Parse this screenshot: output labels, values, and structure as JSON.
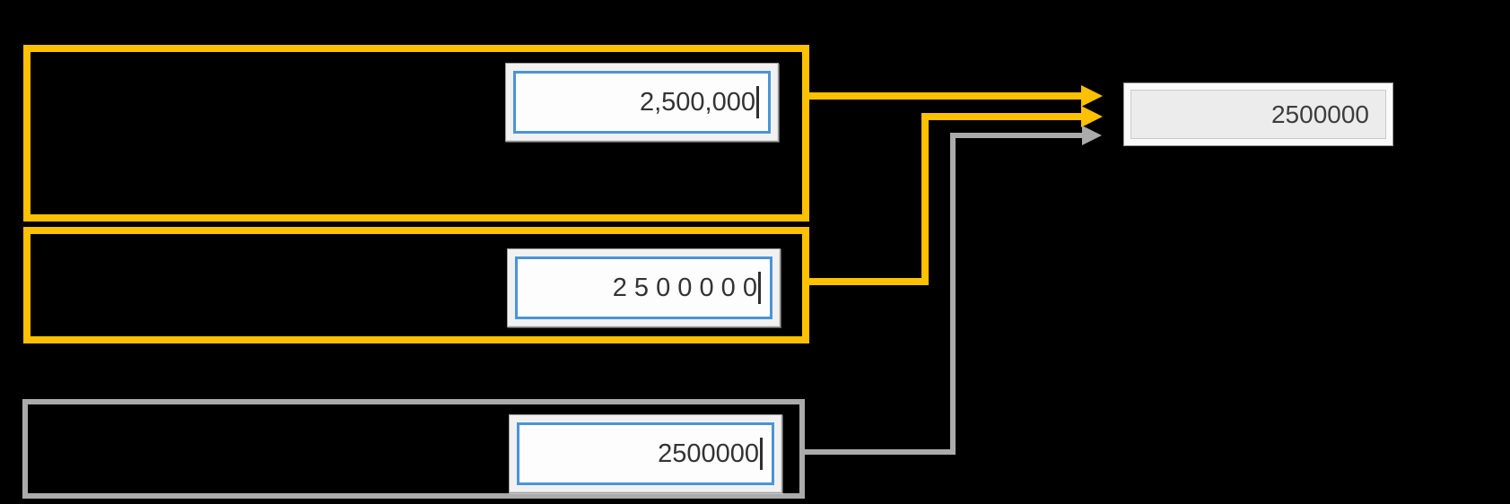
{
  "colors": {
    "background": "#000000",
    "highlight": "#ffc000",
    "neutral": "#ababab",
    "field_border": "#4a94d6",
    "field_text": "#333333",
    "result_text": "#3d3d3d"
  },
  "groups": [
    {
      "name": "source-comma-grouped",
      "border_color": "#ffc000",
      "input": {
        "value": "2,500,000",
        "focused": true
      }
    },
    {
      "name": "source-space-grouped",
      "border_color": "#ffc000",
      "input": {
        "value": "2 5 0 0 0 0 0",
        "focused": true
      }
    },
    {
      "name": "source-plain",
      "border_color": "#ababab",
      "input": {
        "value": "2500000",
        "focused": true
      }
    }
  ],
  "result": {
    "value": "2500000"
  },
  "arrows": [
    {
      "name": "arrow-comma-grouped-to-result",
      "color": "#ffc000"
    },
    {
      "name": "arrow-space-grouped-to-result",
      "color": "#ffc000"
    },
    {
      "name": "arrow-plain-to-result",
      "color": "#ababab"
    }
  ]
}
